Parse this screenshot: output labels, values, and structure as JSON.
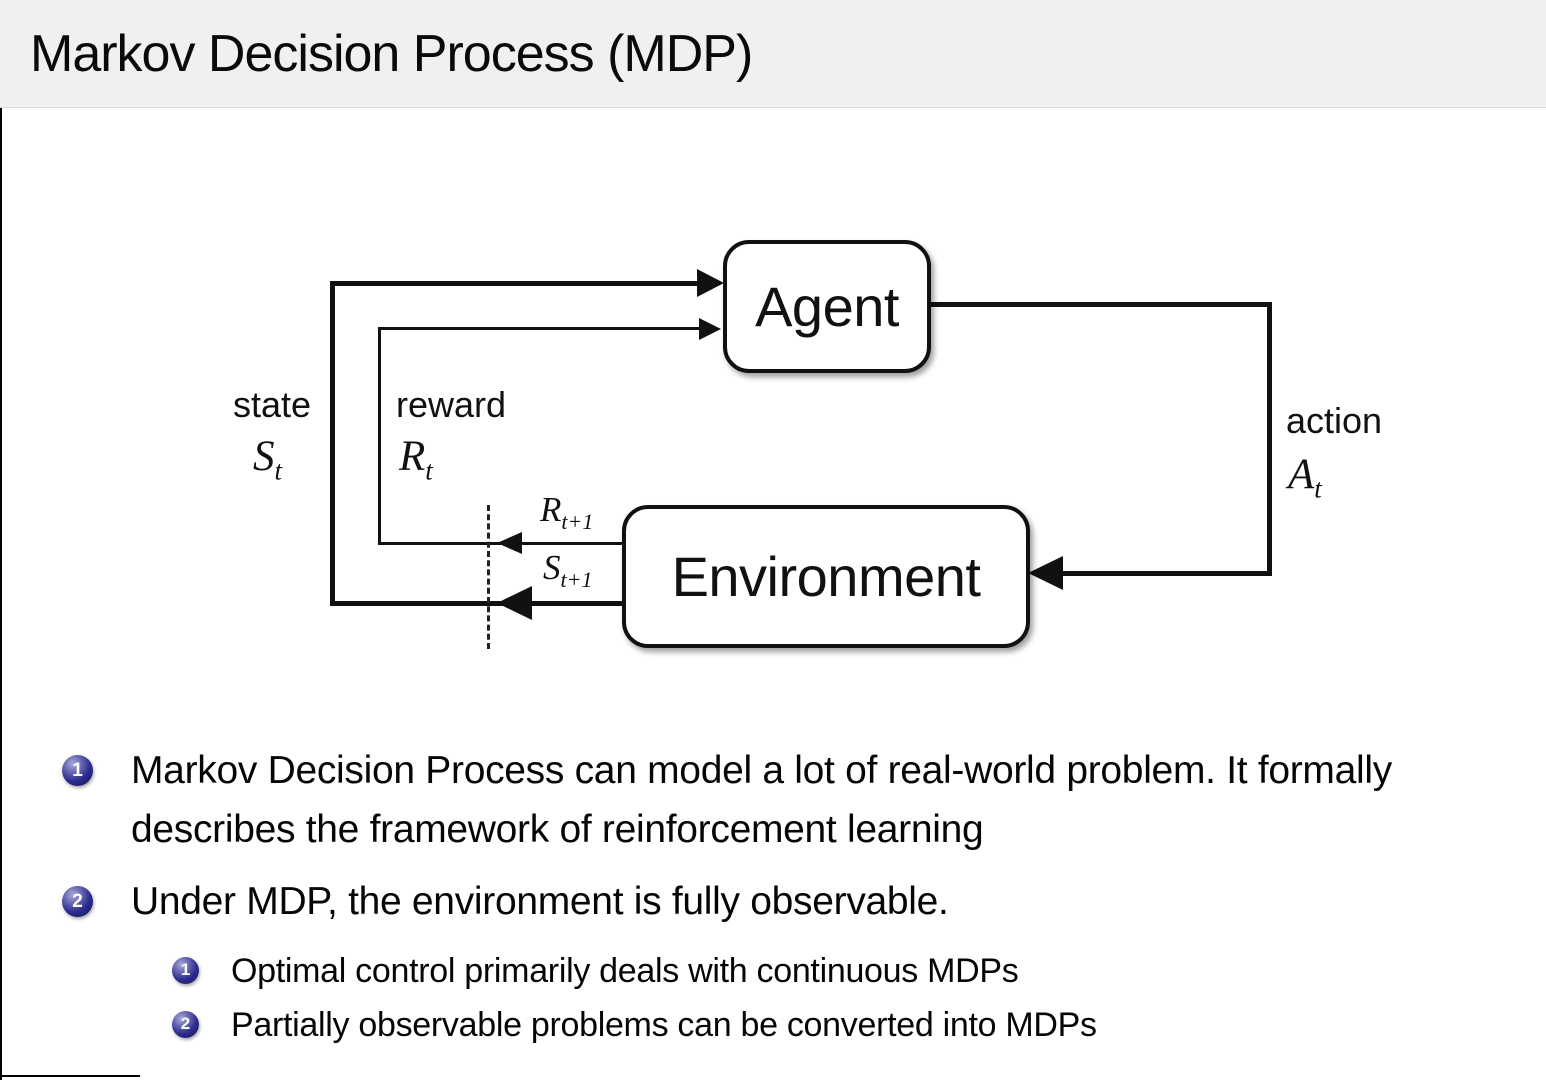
{
  "slide": {
    "title": "Markov Decision Process (MDP)"
  },
  "diagram": {
    "agent_label": "Agent",
    "environment_label": "Environment",
    "state_label": "state",
    "state_symbol": "S",
    "state_sub": "t",
    "reward_label": "reward",
    "reward_symbol": "R",
    "reward_sub": "t",
    "action_label": "action",
    "action_symbol": "A",
    "action_sub": "t",
    "next_reward_symbol": "R",
    "next_reward_sub": "t+1",
    "next_state_symbol": "S",
    "next_state_sub": "t+1"
  },
  "bullets": [
    {
      "number": "1",
      "text": "Markov Decision Process can model a lot of real-world problem. It formally describes the framework of reinforcement learning"
    },
    {
      "number": "2",
      "text": "Under MDP, the environment is fully observable."
    }
  ],
  "sub_bullets": [
    {
      "number": "1",
      "text": "Optimal control primarily deals with continuous MDPs"
    },
    {
      "number": "2",
      "text": "Partially observable problems can be converted into MDPs"
    }
  ],
  "colors": {
    "title_band": "#f0f0f0",
    "badge_blue": "#2c2c8e",
    "line_black": "#111111",
    "background": "#ffffff"
  }
}
